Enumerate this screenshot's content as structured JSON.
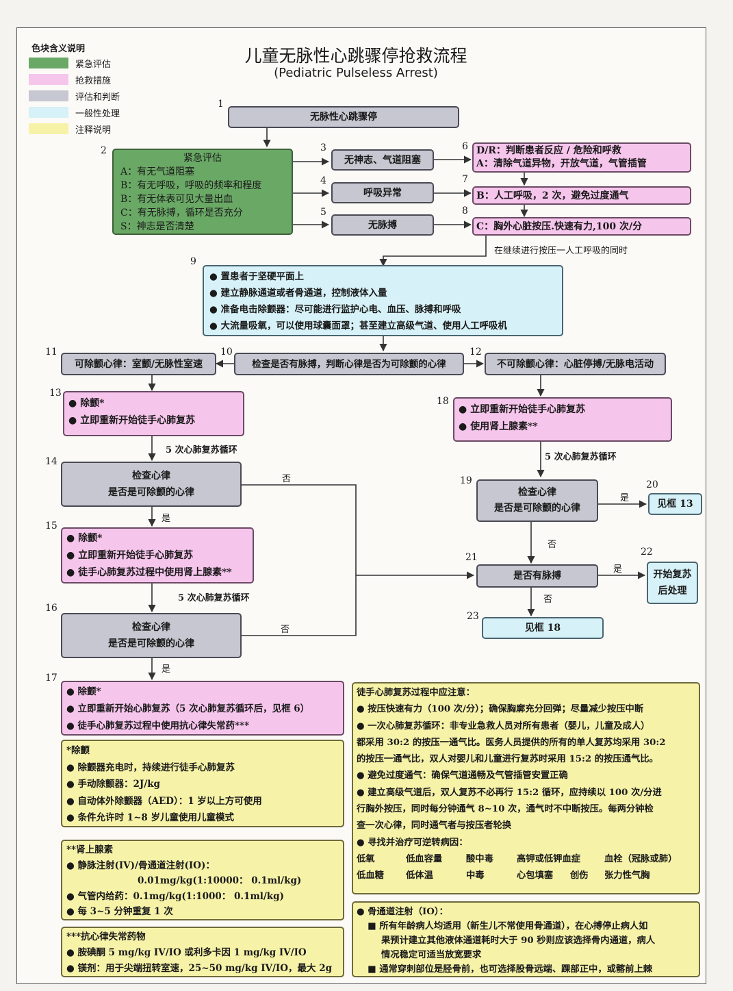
{
  "legend": {
    "title": "色块含义说明",
    "items": [
      {
        "label": "紧急评估",
        "color": "#6aa865"
      },
      {
        "label": "抢救措施",
        "color": "#f6c5ec"
      },
      {
        "label": "评估和判断",
        "color": "#c6c7d1"
      },
      {
        "label": "一般性处理",
        "color": "#d6f1f7"
      },
      {
        "label": "注释说明",
        "color": "#f6f2a8"
      }
    ]
  },
  "title": {
    "cn": "儿童无脉性心跳骤停抢救流程",
    "en": "(Pediatric Pulseless Arrest)"
  },
  "nodes": {
    "n1": {
      "num": "1",
      "text": "无脉性心跳骤停"
    },
    "n2": {
      "num": "2",
      "title": "紧急评估",
      "lines": [
        "A：有无气道阻塞",
        "B：有无呼吸，呼吸的频率和程度",
        "B：有无体表可见大量出血",
        "C：有无脉搏，循环是否充分",
        "S：神志是否清楚"
      ]
    },
    "n3": {
      "num": "3",
      "text": "无神志、气道阻塞"
    },
    "n4": {
      "num": "4",
      "text": "呼吸异常"
    },
    "n5": {
      "num": "5",
      "text": "无脉搏"
    },
    "n6": {
      "num": "6",
      "lines": [
        "D/R：判断患者反应 / 危险和呼救",
        "A：清除气道异物，开放气道，气管插管"
      ]
    },
    "n7": {
      "num": "7",
      "text": "B：人工呼吸，2 次，避免过度通气"
    },
    "n8": {
      "num": "8",
      "text": "C：胸外心脏按压.快速有力,100 次/分"
    },
    "note_continue": "在继续进行按压一人工呼吸的同时",
    "n9": {
      "num": "9",
      "lines": [
        "置患者于坚硬平面上",
        "建立静脉通道或者骨通道，控制液体入量",
        "准备电击除颤器：尽可能进行监护心电、血压、脉搏和呼吸",
        "大流量吸氧，可以使用球囊面罩；甚至建立高级气道、使用人工呼吸机"
      ]
    },
    "n10": {
      "num": "10",
      "text": "检查是否有脉搏，判断心律是否为可除颤的心律"
    },
    "n11": {
      "num": "11",
      "text": "可除颤心律：室颤/无脉性室速"
    },
    "n12": {
      "num": "12",
      "text": "不可除颤心律：心脏停搏/无脉电活动"
    },
    "n13": {
      "num": "13",
      "lines": [
        "除颤*",
        "立即重新开始徒手心肺复苏"
      ]
    },
    "n14": {
      "num": "14",
      "lines": [
        "检查心律",
        "是否是可除颤的心律"
      ]
    },
    "n15": {
      "num": "15",
      "lines": [
        "除颤*",
        "立即重新开始徒手心肺复苏",
        "徒手心肺复苏过程中使用肾上腺素**"
      ]
    },
    "n16": {
      "num": "16",
      "lines": [
        "检查心律",
        "是否是可除颤的心律"
      ]
    },
    "n17": {
      "num": "17",
      "lines": [
        "除颤*",
        "立即重新开始心肺复苏（5 次心肺复苏循环后，见框 6）",
        "徒手心肺复苏过程中使用抗心律失常药***"
      ]
    },
    "n18": {
      "num": "18",
      "lines": [
        "立即重新开始徒手心肺复苏",
        "使用肾上腺素**"
      ]
    },
    "n19": {
      "num": "19",
      "lines": [
        "检查心律",
        "是否是可除颤的心律"
      ]
    },
    "n20": {
      "num": "20",
      "text": "见框 13"
    },
    "n21": {
      "num": "21",
      "text": "是否有脉搏"
    },
    "n22": {
      "num": "22",
      "lines": [
        "开始复苏",
        "后处理"
      ]
    },
    "n23": {
      "num": "23",
      "text": "见框 18"
    }
  },
  "edge_labels": {
    "cpr5": "5 次心肺复苏循环",
    "yes": "是",
    "no": "否"
  },
  "notes": {
    "defib": {
      "title": "*除颤",
      "lines": [
        "除颤器充电时，持续进行徒手心肺复苏",
        "手动除颤器：2J/kg",
        "自动体外除颤器（AED）：1 岁以上方可使用",
        "条件允许时 1~8 岁儿童使用儿童模式"
      ]
    },
    "epi": {
      "title": "**肾上腺素",
      "l1": "静脉注射(IV)/骨通道注射(IO)：",
      "l1b": "0.01mg/kg(1:10000：  0.1ml/kg)",
      "l2": "气管内给药：0.1mg/kg(1:1000：  0.1ml/kg)",
      "l3": "每 3~5 分钟重复 1 次"
    },
    "antiarr": {
      "title": "***抗心律失常药物",
      "lines": [
        "胺碘酮 5 mg/kg IV/IO 或利多卡因 1 mg/kg IV/IO",
        "镁剂：用于尖端扭转室速，25~50 mg/kg IV/IO，最大 2g"
      ]
    },
    "cpr": {
      "title": "徒手心肺复苏过程中应注意：",
      "p1": "按压快速有力（100 次/分）；确保胸廓充分回弹；尽量减少按压中断",
      "p2": [
        "一次心肺复苏循环：非专业急救人员对所有患者（婴儿，儿童及成人）",
        "都采用 30:2 的按压一通气比。医务人员提供的所有的单人复苏均采用 30:2",
        "的按压一通气比，双人对婴儿和儿童进行复苏时采用 15:2 的按压通气比。"
      ],
      "p3": "避免过度通气：确保气道通畅及气管插管安置正确",
      "p4": [
        "建立高级气道后，双人复苏不必再行 15:2 循环，应持续以 100 次/分进",
        "行胸外按压，同时每分钟通气 8~10 次，通气时不中断按压。每两分钟检",
        "查一次心律，同时通气者与按压者轮换"
      ],
      "p5": "寻找并治疗可逆转病因：",
      "causes_row1": [
        "低氧",
        "低血容量",
        "酸中毒",
        "高钾或低钾血症",
        "血栓（冠脉或肺）"
      ],
      "causes_row2": [
        "低血糖",
        "低体温",
        "中毒",
        "心包填塞",
        "创伤",
        "张力性气胸"
      ]
    },
    "io": {
      "title": "骨通道注射（IO）：",
      "b1": [
        "所有年龄病人均适用（新生儿不常使用骨通道），在心搏停止病人如",
        "果预计建立其他液体通道耗时大于 90 秒则应该选择骨内通道，病人",
        "情况稳定可适当放宽要求"
      ],
      "b2": "通常穿刺部位是胫骨前，也可选择股骨远端、踝部正中，或髂前上棘"
    }
  }
}
